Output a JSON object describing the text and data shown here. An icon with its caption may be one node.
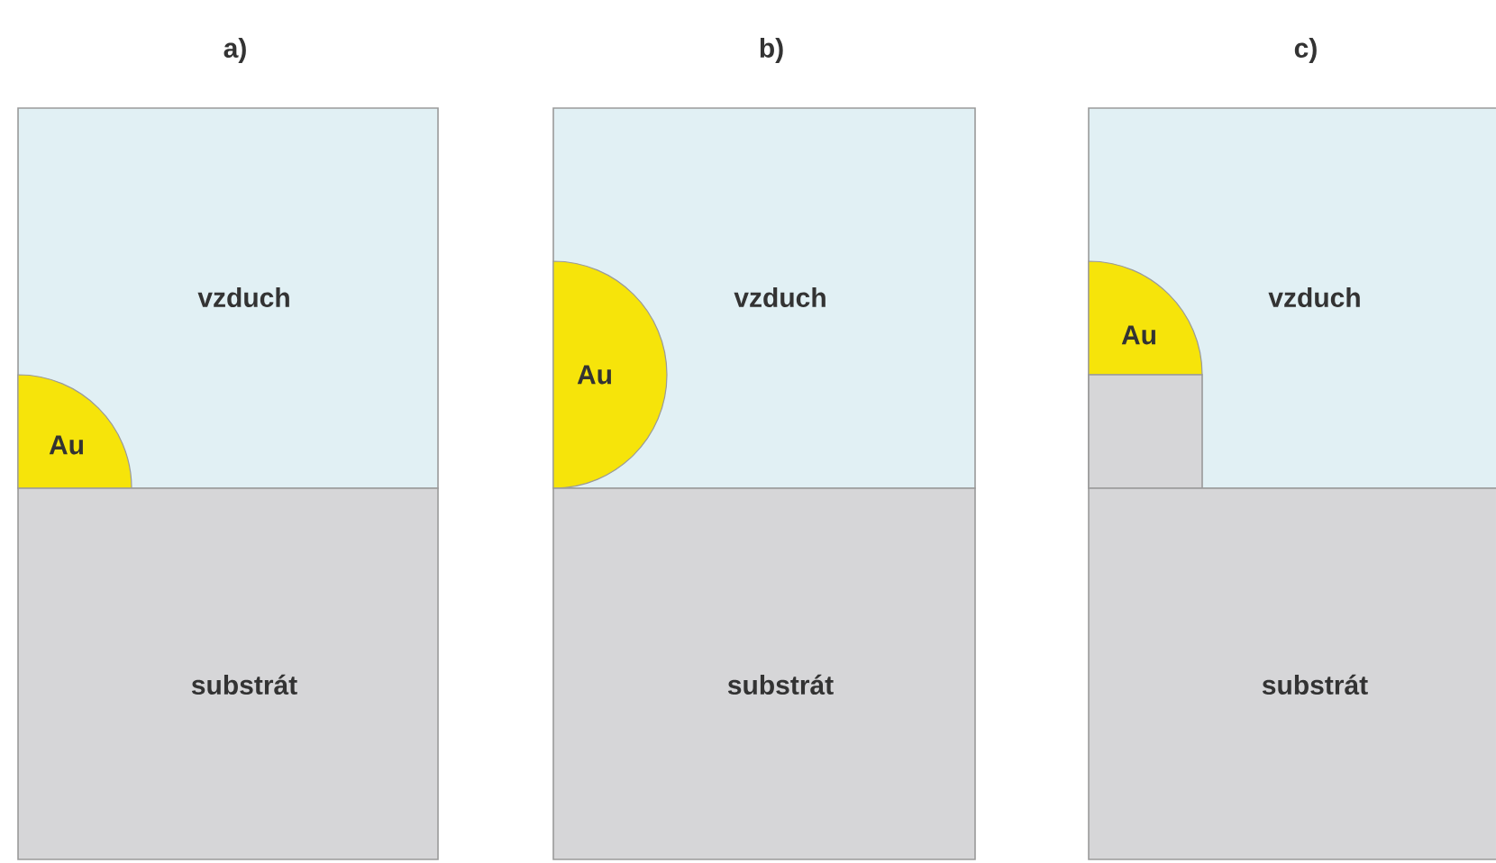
{
  "diagram": {
    "nodes": [
      {
        "text": [
          "vzduch"
        ]
      },
      {
        "text": [
          "Au"
        ],
        "in": 0
      },
      {
        "text": [
          "substrát"
        ]
      },
      {
        "text": [
          "vzduch"
        ]
      },
      {
        "text": [
          "Au"
        ],
        "in": 3
      },
      {
        "text": [
          "substrát"
        ]
      },
      {
        "text": [
          "vzduch"
        ]
      },
      {
        "text": [
          "Au"
        ],
        "in": 6
      },
      {
        "text": [],
        "shape": "box",
        "in": 6
      },
      {
        "text": [
          "substrát"
        ]
      }
    ],
    "labels": [
      "a)",
      "b)",
      "c)"
    ]
  }
}
